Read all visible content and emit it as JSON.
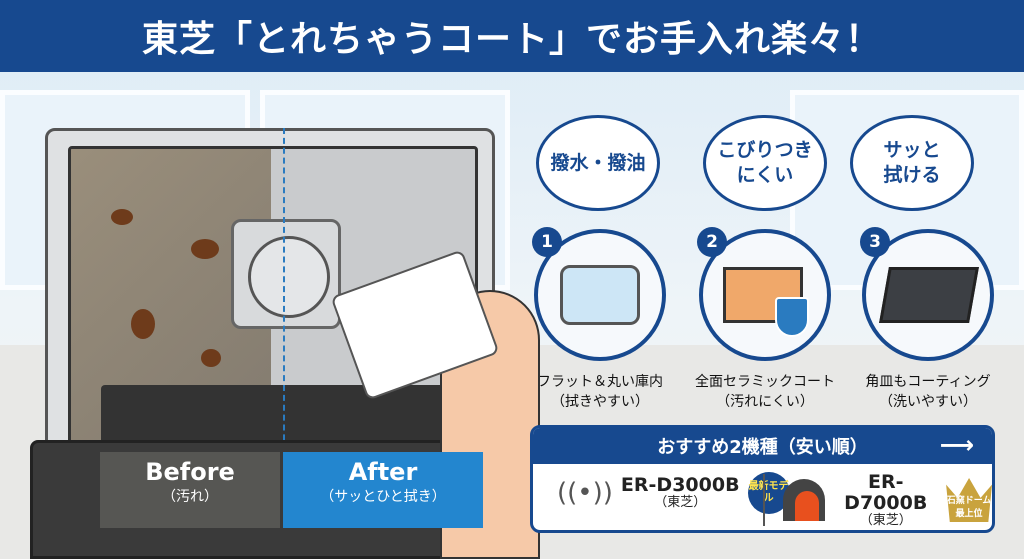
{
  "header": {
    "title": "東芝「とれちゃうコート」でお手入れ楽々！"
  },
  "illustration": {
    "before_label": "Before",
    "before_sub": "（汚れ）",
    "after_label": "After",
    "after_sub": "（サッとひと拭き）"
  },
  "bubbles": [
    {
      "line1": "撥水・撥油",
      "line2": ""
    },
    {
      "line1": "こびりつき",
      "line2": "にくい"
    },
    {
      "line1": "サッと",
      "line2": "拭ける"
    }
  ],
  "features": [
    {
      "number": "1",
      "caption": "フラット＆丸い庫内",
      "sub": "（拭きやすい）",
      "icon": "flat-cavity-icon"
    },
    {
      "number": "2",
      "caption": "全面セラミックコート",
      "sub": "（汚れにくい）",
      "icon": "ceramic-shield-icon"
    },
    {
      "number": "3",
      "caption": "角皿もコーティング",
      "sub": "（洗いやすい）",
      "icon": "coated-tray-icon"
    }
  ],
  "recommend": {
    "title": "おすすめ2機種（安い順）",
    "arrow": "⟶",
    "models": [
      {
        "name": "ER-D3000B",
        "maker": "（東芝）",
        "icon": "antenna-sensor-icon",
        "badge": "最新モデル"
      },
      {
        "name": "ER-D7000B",
        "maker": "（東芝）",
        "icon": "stone-oven-dome-icon",
        "badge": "石窯ドーム最上位"
      }
    ]
  },
  "colors": {
    "brand_blue": "#17498f",
    "after_blue": "#2386cf",
    "crown_gold": "#c9a33d"
  }
}
